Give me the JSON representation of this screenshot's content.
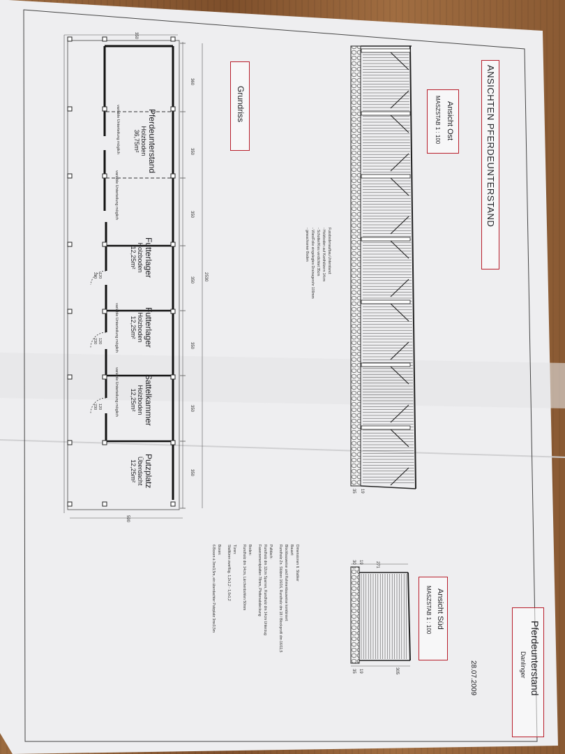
{
  "sheet": {
    "main_title": "ANSICHTEN PFERDEUNTERSTAND",
    "view_east": {
      "title": "Ansicht Ost",
      "scale": "MASZSTAB    1 : 100"
    },
    "view_south": {
      "title": "Ansicht Süd",
      "scale": "MASZSTAB    1 : 100"
    },
    "floor_plan_title": "Grundriss",
    "footer": {
      "project": "Pferdeunterstand",
      "author": "Danlinger",
      "date": "28.07.2009"
    }
  },
  "rooms": [
    {
      "name": "Pferdeunterstand",
      "floor": "Holzboden",
      "area": "36,75m²"
    },
    {
      "name": "Futterlager",
      "floor": "Holzboden",
      "area": "12,25m²"
    },
    {
      "name": "Futterlager",
      "floor": "Holzboden",
      "area": "12,25m²"
    },
    {
      "name": "Sattelkammer",
      "floor": "Holzboden",
      "area": "12,25m²"
    },
    {
      "name": "Putzplatz",
      "floor": "Überdacht",
      "area": "12,25m²"
    }
  ],
  "plan_notes": {
    "partition": "variable Unterteilung möglich",
    "partition_short": "variable Unterteilung möglich",
    "door": "120\n230"
  },
  "dimensions": {
    "total_length": "2530",
    "total_depth": "590",
    "bays": [
      "360",
      "350",
      "350",
      "350",
      "350",
      "350",
      "350"
    ],
    "width_top": "350",
    "south_top": [
      "30",
      "19",
      "271"
    ],
    "south_bottom": [
      "35",
      "19",
      "305"
    ],
    "east_bottom": [
      "35",
      "19"
    ]
  },
  "foundation_note": {
    "title": "Fussbodenaufbau Unterstand:",
    "lines": [
      "- Holzboden auf Kanthölzern 14cm",
      "- Schotter/Kies verdichtet 35cm",
      "- Vlies/Folie eingelegtes Drainagerohr 100mm",
      "- gewachsener Boden"
    ]
  },
  "construction_notes": {
    "title": "Dimensionen lt. Statiker",
    "lines": [
      "Bauart:",
      "Blockbauweise und Rahmenbauweise kombiniert:",
      "Rundholz Zn. Stützen 16/16, Rundholz dm 18 / Blockprofil dm 16/11,5",
      "",
      "Pultdach:",
      "Rundholz dm 12cm Sparren, Rundholz dm 14cm Unterzug",
      "Faserzementplatten 78mm, Pfettenabdeckung",
      "",
      "Boden:",
      "Rundholz dm 14cm, Lärchenbohlen 50mm",
      "",
      "Türen:",
      "Stalltüren zweiflüg. 1,2x1,2 - 1,0x1,2",
      "",
      "Boxen:",
      "6 Boxen á 3mx3,5m, ein überdachter Putzplatz 3mx3,5m"
    ]
  }
}
